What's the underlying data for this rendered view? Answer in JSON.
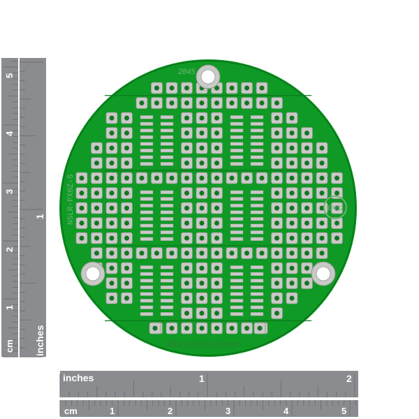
{
  "board": {
    "silk_code": "2845",
    "edge_code": "NSLR-PX0Z-S",
    "brand": "Mexican Explorer",
    "logo": "ENIG",
    "colors": {
      "pcb": "#0f9a25",
      "pcb_dark": "#0b7a1c",
      "pad": "#c8cac6",
      "pad_edge": "#8e918c",
      "silk": "#74b77a"
    }
  },
  "rulers": {
    "vertical_cm": {
      "unit": "cm",
      "ticks": [
        "1",
        "2",
        "3",
        "4",
        "5"
      ]
    },
    "vertical_in": {
      "unit": "inches",
      "ticks": [
        "1"
      ]
    },
    "horizontal_in": {
      "unit": "inches",
      "ticks": [
        "1",
        "2"
      ]
    },
    "horizontal_cm": {
      "unit": "cm",
      "ticks": [
        "1",
        "2",
        "3",
        "4",
        "5"
      ]
    },
    "colors": {
      "ruler": "#8a8c8f",
      "ruler_dark": "#6f7174",
      "text": "#ffffff"
    }
  }
}
